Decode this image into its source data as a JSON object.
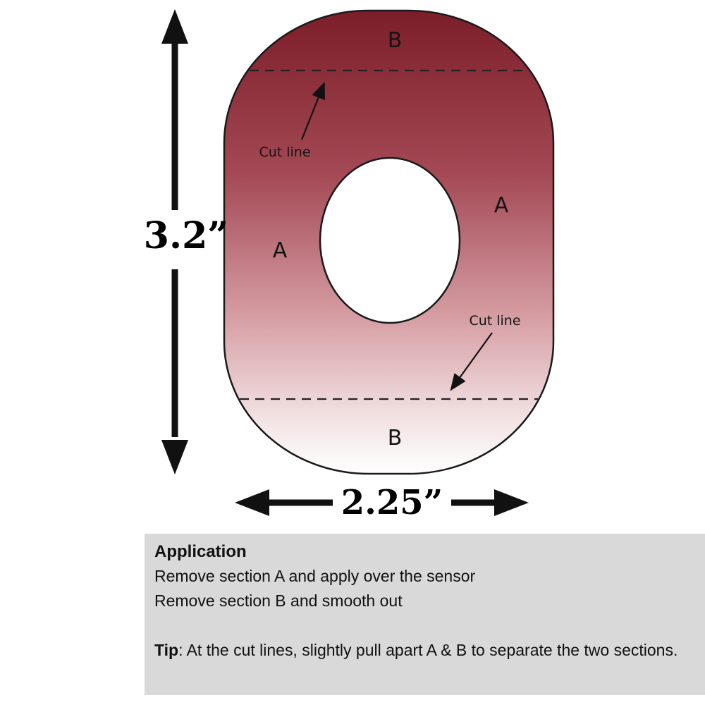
{
  "diagram": {
    "height_label": "3.2”",
    "width_label": "2.25”",
    "section_a_left": "A",
    "section_a_right": "A",
    "section_b_top": "B",
    "section_b_bottom": "B",
    "cut_line_top_label": "Cut line",
    "cut_line_bottom_label": "Cut line",
    "colors": {
      "patch_top": "#7c1e2a",
      "patch_upper_mid": "#a34854",
      "patch_lower_mid": "#d49aa0",
      "patch_light": "#f2e2e3",
      "patch_bottom": "#ffffff",
      "outline": "#1a1a1a"
    }
  },
  "application": {
    "title": "Application",
    "line1": "Remove section A and apply over the sensor",
    "line2": "Remove section B and smooth out",
    "tip_label": "Tip",
    "tip_text": ": At the cut lines, slightly pull apart A & B to separate the two sections.",
    "background": "#d9d9d9"
  }
}
